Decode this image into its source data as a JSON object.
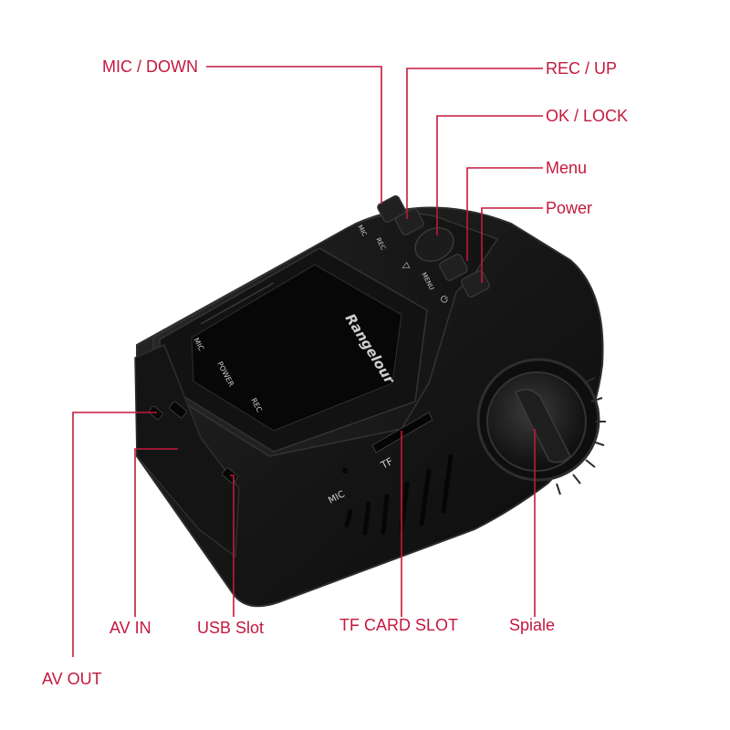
{
  "colors": {
    "label": "#c4183c",
    "leader": "#c4183c",
    "device_body": "#1a1a1a",
    "device_edge": "#2e2e2e",
    "screen": "#0b0b0b",
    "background": "#ffffff"
  },
  "device": {
    "brand": "Rangelour",
    "screen_labels": {
      "mic": "MIC",
      "power": "POWER",
      "rec": "REC"
    },
    "top_labels": {
      "mic": "MIC",
      "rec": "REC",
      "menu": "MENU"
    },
    "side_labels": {
      "tf": "TF",
      "mic": "MIC"
    }
  },
  "callouts": {
    "mic_down": "MIC / DOWN",
    "rec_up": "REC / UP",
    "ok_lock": "OK / LOCK",
    "menu": "Menu",
    "power": "Power",
    "av_in": "AV IN",
    "usb_slot": "USB Slot",
    "tf_card_slot": "TF CARD SLOT",
    "spiale": "Spiale",
    "av_out": "AV OUT"
  }
}
